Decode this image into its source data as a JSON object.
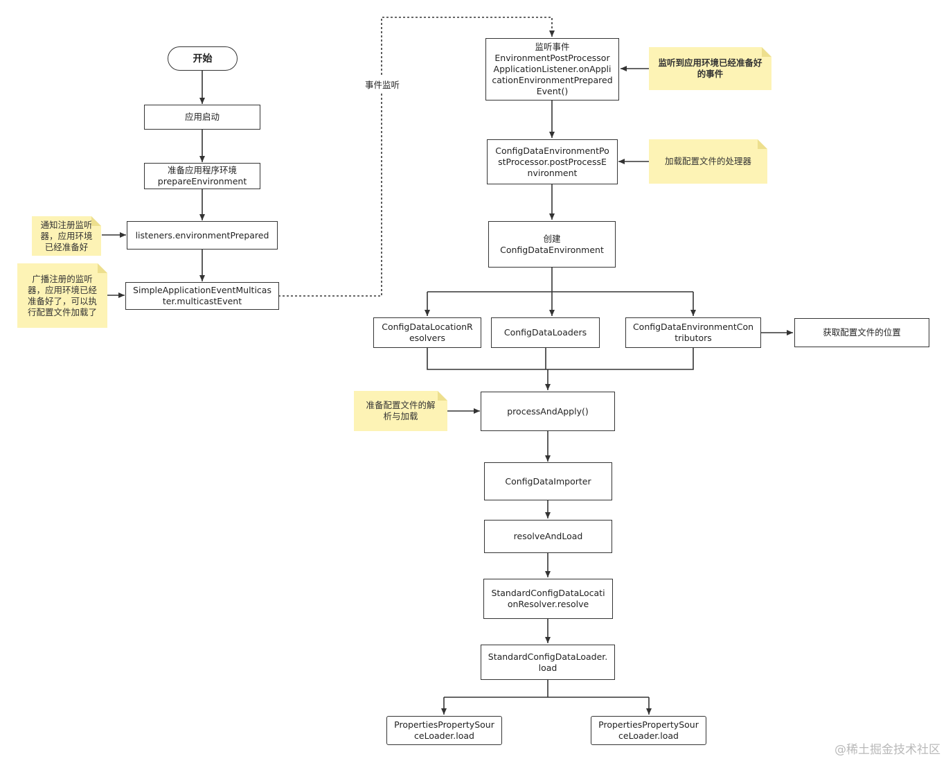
{
  "nodes": {
    "start": "开始",
    "app_start": "应用启动",
    "prepare_env": "准备应用程序环境\nprepareEnvironment",
    "listeners": "listeners.environmentPrepared",
    "multicaster": "SimpleApplicationEventMulticas\nter.multicastEvent",
    "listen_event": "监听事件\nEnvironmentPostProcessor\nApplicationListener.onAppli\ncationEnvironmentPrepared\nEvent()",
    "post_processor": "ConfigDataEnvironmentPo\nstProcessor.postProcessE\nnvironment",
    "create_env": "创建\nConfigDataEnvironment",
    "location_resolvers": "ConfigDataLocationR\nesolvers",
    "loaders": "ConfigDataLoaders",
    "contributors": "ConfigDataEnvironmentCon\ntributors",
    "get_location": "获取配置文件的位置",
    "process_apply": "processAndApply()",
    "importer": "ConfigDataImporter",
    "resolve_load": "resolveAndLoad",
    "std_resolver": "StandardConfigDataLocati\nonResolver.resolve",
    "std_loader": "StandardConfigDataLoader.\nload",
    "props_loader_left": "PropertiesPropertySour\nceLoader.load",
    "props_loader_right": "PropertiesPropertySour\nceLoader.load"
  },
  "notes": {
    "notify_listeners": "通知注册监听\n器，应用环境\n已经准备好",
    "broadcast": "广播注册的监听\n器，应用环境已经\n准备好了，可以执\n行配置文件加载了",
    "env_ready_event": "监听到应用环境已经准备好\n的事件",
    "load_processor": "加载配置文件的处理器",
    "prepare_parse": "准备配置文件的解\n析与加载"
  },
  "edge_labels": {
    "event_listen": "事件监听"
  },
  "watermark": "@稀土掘金技术社区",
  "colors": {
    "note_fill": "#fdf3b5",
    "line": "#333333"
  }
}
